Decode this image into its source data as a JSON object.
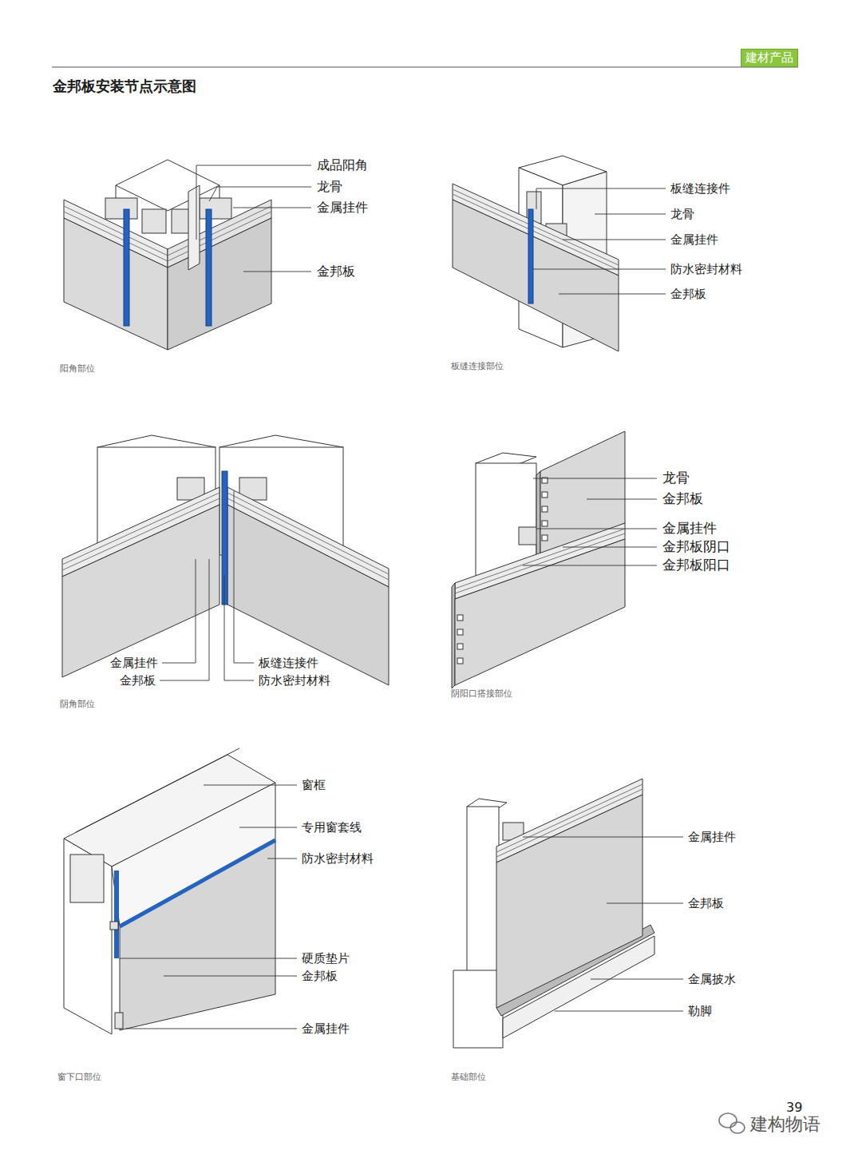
{
  "diagram": {
    "title": "金邦板安装节点示意图",
    "nodes": [
      {
        "text": [
          "建材产品"
        ]
      }
    ],
    "labels": [
      "成品阳角",
      "龙骨",
      "金属挂件",
      "金邦板",
      "阳角部位",
      "板缝连接件",
      "龙骨",
      "金属挂件",
      "防水密封材料",
      "金邦板",
      "板缝连接部位",
      "金属挂件",
      "金邦板",
      "板缝连接件",
      "防水密封材料",
      "阴角部位",
      "龙骨",
      "金邦板",
      "金属挂件",
      "金邦板阴口",
      "金邦板阳口",
      "阴阳口搭接部位",
      "窗框",
      "专用窗套线",
      "防水密封材料",
      "硬质垫片",
      "金邦板",
      "金属挂件",
      "窗下口部位",
      "金属挂件",
      "金邦板",
      "金属披水",
      "勒脚",
      "基础部位",
      "39",
      "建构物语"
    ]
  }
}
